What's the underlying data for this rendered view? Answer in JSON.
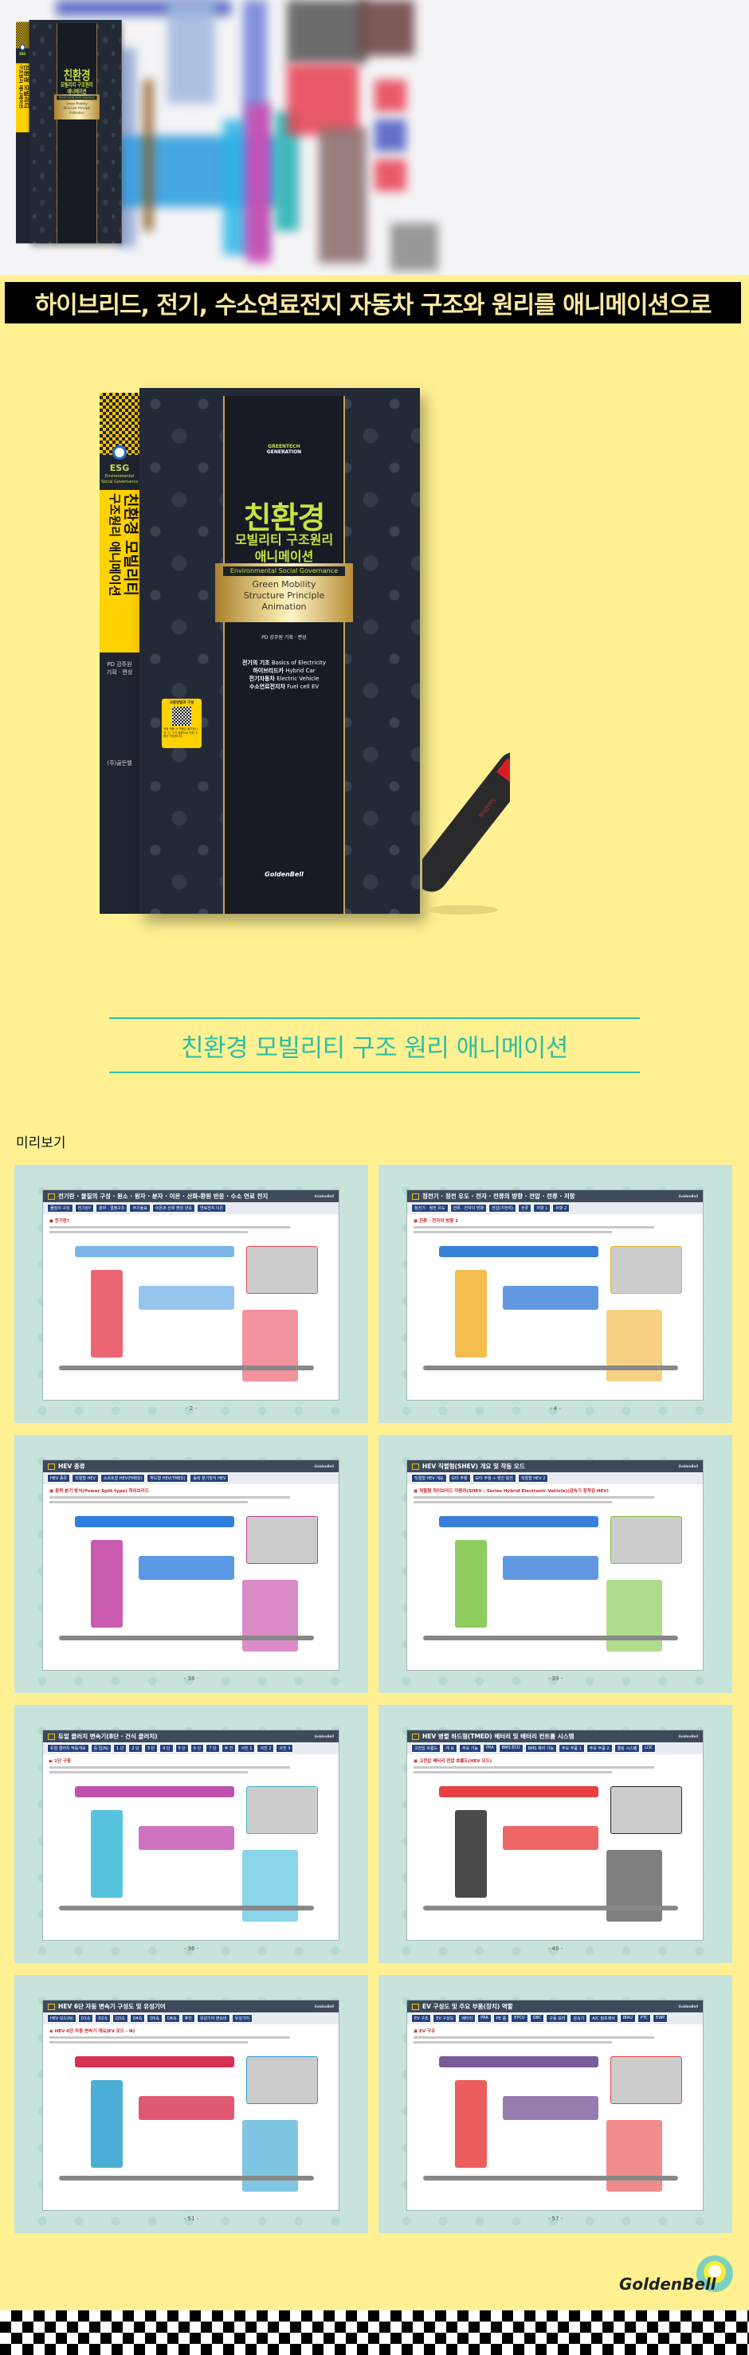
{
  "banner": {
    "headline": "하이브리드, 전기, 수소연료전지 자동차 구조와 원리를 애니메이션으로"
  },
  "book": {
    "series_logo_top": "GREENTECH",
    "series_logo_bottom": "GENERATION",
    "title_main": "친환경",
    "title_sub1": "모빌리티 구조원리",
    "title_sub2": "애니메이션",
    "esg_band": "Environmental Social Governance",
    "english_title": [
      "Green Mobility",
      "Structure Principle",
      "Animation"
    ],
    "credit": "PD 강주원  기획 · 편성",
    "contents": [
      {
        "ko": "전기의 기초",
        "en": "Basics of Electricity"
      },
      {
        "ko": "하이브리드카",
        "en": "Hybrid Car"
      },
      {
        "ko": "전기자동차",
        "en": "Electric Vehicle"
      },
      {
        "ko": "수소연료전지차",
        "en": "Fuel cell EV"
      }
    ],
    "qr_title": "사용방법과 구성",
    "qr_note": "제품 개봉 시 반품은 불가합니다. 단, 기기 불량으로 인한 교환은 가능합니다.",
    "publisher_front": "GoldenBell",
    "spine_esg": "ESG",
    "spine_esg_sub": "Environmental Social Governance",
    "spine_title1": "친환경 모빌리티",
    "spine_title2": "구조원리 애니메이션",
    "spine_pd": "PD 강주원",
    "spine_role": "기획 · 편성",
    "spine_publisher": "(주)골든벨"
  },
  "usb": {
    "brand": "SanDisk"
  },
  "product_title": "친환경 모빌리티 구조 원리 애니메이션",
  "preview_label": "미리보기",
  "colors": {
    "page_bg": "#fff191",
    "accent_teal": "#2bbfa6",
    "banner_text": "#fbe9a0",
    "book_green": "#c7e340",
    "tab_navy": "#22407f"
  },
  "previews": [
    {
      "title": "전기란 · 물질의 구성 · 원소 · 원자 · 분자 · 이온 · 산화-환원 반응 · 수소 연료 전지",
      "tabs": [
        "물질의 구성",
        "전기란?",
        "분자 · 결정구조",
        "주기율표",
        "이온과 산화 환원 반응",
        "연료전지 이온"
      ],
      "section": "● 전기란?",
      "page": "- 2 -"
    },
    {
      "title": "정전기 · 정전 유도 · 전자 · 전류의 방향 · 전압 · 전류 · 저항",
      "tabs": [
        "정전기 · 정전 유도",
        "전류 · 전자의 방향",
        "전압(기전력)",
        "전류",
        "저항 1",
        "저항 2"
      ],
      "section": "▣ 전류 · 전자의 방향 1",
      "page": "- 4 -"
    },
    {
      "title": "HEV 종류",
      "tabs": [
        "HEV 종류",
        "직렬형 HEV",
        "소프트형 HEV(FMED)",
        "하드형 HEV(TMED)",
        "동력 분기방식 HEV"
      ],
      "section": "▣ 동력 분기 방식(Power Split type) 하이브리드",
      "page": "- 38 -"
    },
    {
      "title": "HEV 직렬형(SHEV) 개요 및 작동 모드",
      "tabs": [
        "직렬형 HEV 개요",
        "모터 주행",
        "모터 주행 + 엔진 충전",
        "직렬형 HEV 2"
      ],
      "section": "▣ 직렬형 하이브리드 자동차(SHEV : Series Hybrid Electronic Vehicle)(감속기 장착된 HEV)",
      "page": "- 39 -"
    },
    {
      "title": "듀얼 클러치 변속기(8단 · 건식 클러치)",
      "tabs": [
        "듀얼 클러치 작동개요",
        "중 립(N)",
        "1 단",
        "2 단",
        "3 단",
        "4 단",
        "5 단",
        "6 단",
        "7 단",
        "후 진",
        "사진 1",
        "사진 2",
        "사진 3"
      ],
      "section": "▶ 1단 구동",
      "page": "- 36 -"
    },
    {
      "title": "HEV 병렬 하드형(TMED) 배터리 및 배터리 컨트롤 시스템",
      "tabs": [
        "고전압 흐름도",
        "개 요",
        "주요 기능",
        "PRA",
        "BMS ECU",
        "BMS 제어 기능",
        "주요 부품 1",
        "주요 부품 2",
        "쿨링 시스템",
        "LDC"
      ],
      "section": "▣ 고전압 배터리 전압 흐름도(HEV 모드)",
      "page": "- 49 -"
    },
    {
      "title": "HEV 6단 자동 변속기 구성도 및 유성기어",
      "tabs": [
        "HEV 모드(N)",
        "D1속",
        "D2속",
        "D3속",
        "D4속",
        "D5속",
        "D6속",
        "후진",
        "유성기어 변속비",
        "유성기어"
      ],
      "section": "◉ HEV 6단 자동 변속기 개요(EV 모드 - N)",
      "page": "- 51 -"
    },
    {
      "title": "EV 구성도 및 주요 부품(장치) 역할",
      "tabs": [
        "EV 구조",
        "EV 구성도",
        "배터리",
        "PRA",
        "PE 룸",
        "EPCU",
        "OBC",
        "구동 모터",
        "감속기",
        "A/C 컴프레서",
        "IBAU",
        "PTC",
        "EWP"
      ],
      "section": "▣ EV 구조",
      "page": "- 57 -"
    }
  ],
  "footer": {
    "logo": "GoldenBell"
  }
}
